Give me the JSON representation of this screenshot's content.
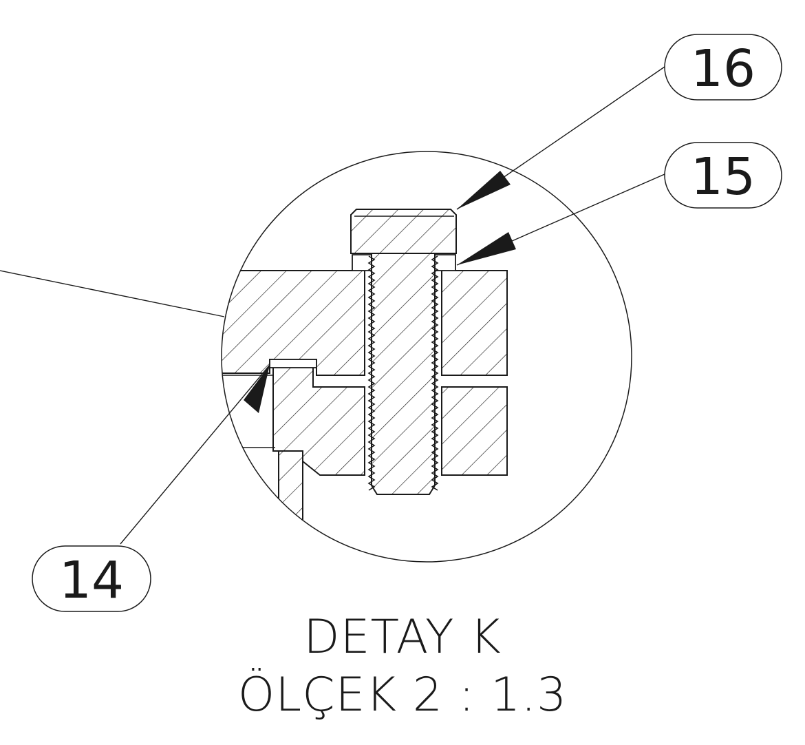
{
  "balloons": {
    "b16": "16",
    "b15": "15",
    "b14": "14"
  },
  "caption": {
    "title": "DETAY K",
    "scale": "ÖLÇEK 2 : 1.3"
  },
  "colors": {
    "line": "#1a1a1a",
    "background": "#ffffff"
  }
}
